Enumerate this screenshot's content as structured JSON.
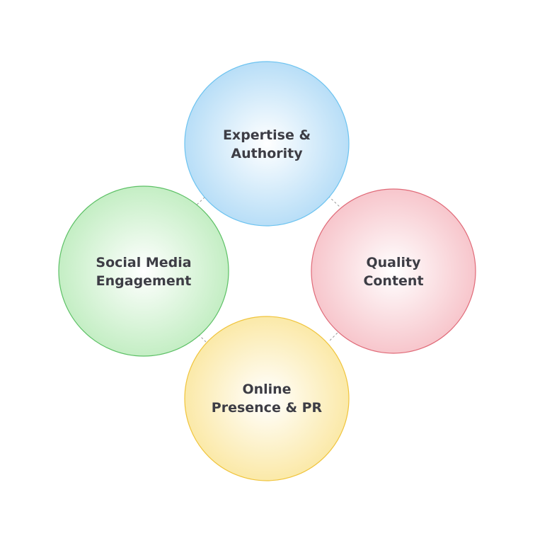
{
  "diagram": {
    "nodes": [
      {
        "id": "expertise",
        "label_lines": [
          "Expertise &",
          "Authority"
        ],
        "fill_color": "#b8def7",
        "stroke_color": "#6cc3f0"
      },
      {
        "id": "quality",
        "label_lines": [
          "Quality",
          "Content"
        ],
        "fill_color": "#f7c6cc",
        "stroke_color": "#e06a78"
      },
      {
        "id": "online",
        "label_lines": [
          "Online",
          "Presence & PR"
        ],
        "fill_color": "#fbe9a8",
        "stroke_color": "#f0c43c"
      },
      {
        "id": "social",
        "label_lines": [
          "Social Media",
          "Engagement"
        ],
        "fill_color": "#c4eec4",
        "stroke_color": "#5cc065"
      }
    ],
    "connections": [
      [
        "expertise",
        "quality"
      ],
      [
        "quality",
        "online"
      ],
      [
        "online",
        "social"
      ],
      [
        "social",
        "expertise"
      ]
    ]
  }
}
